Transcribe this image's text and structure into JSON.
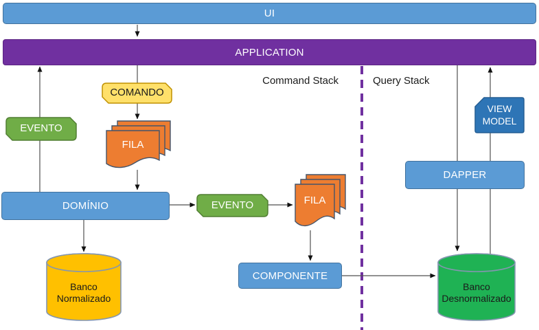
{
  "bars": {
    "ui": "UI",
    "application": "APPLICATION"
  },
  "sections": {
    "command_stack": "Command Stack",
    "query_stack": "Query Stack"
  },
  "nodes": {
    "comando": "COMANDO",
    "evento_left": "EVENTO",
    "evento_middle": "EVENTO",
    "fila_upper": "FILA",
    "fila_lower": "FILA",
    "dominio": "DOMÍNIO",
    "componente": "COMPONENTE",
    "dapper": "DAPPER",
    "view_model": "VIEW MODEL",
    "banco_normalizado": "Banco Normalizado",
    "banco_desnormalizado": "Banco Desnormalizado"
  },
  "colors": {
    "accent_blue": "#5B9BD5",
    "accent_blue_dark": "#2E75B6",
    "purple": "#7030A0",
    "green": "#70AD47",
    "orange": "#ED7D31",
    "card_yellow": "#FFE06A",
    "db_yellow": "#FFC000",
    "db_green": "#1FB254"
  }
}
